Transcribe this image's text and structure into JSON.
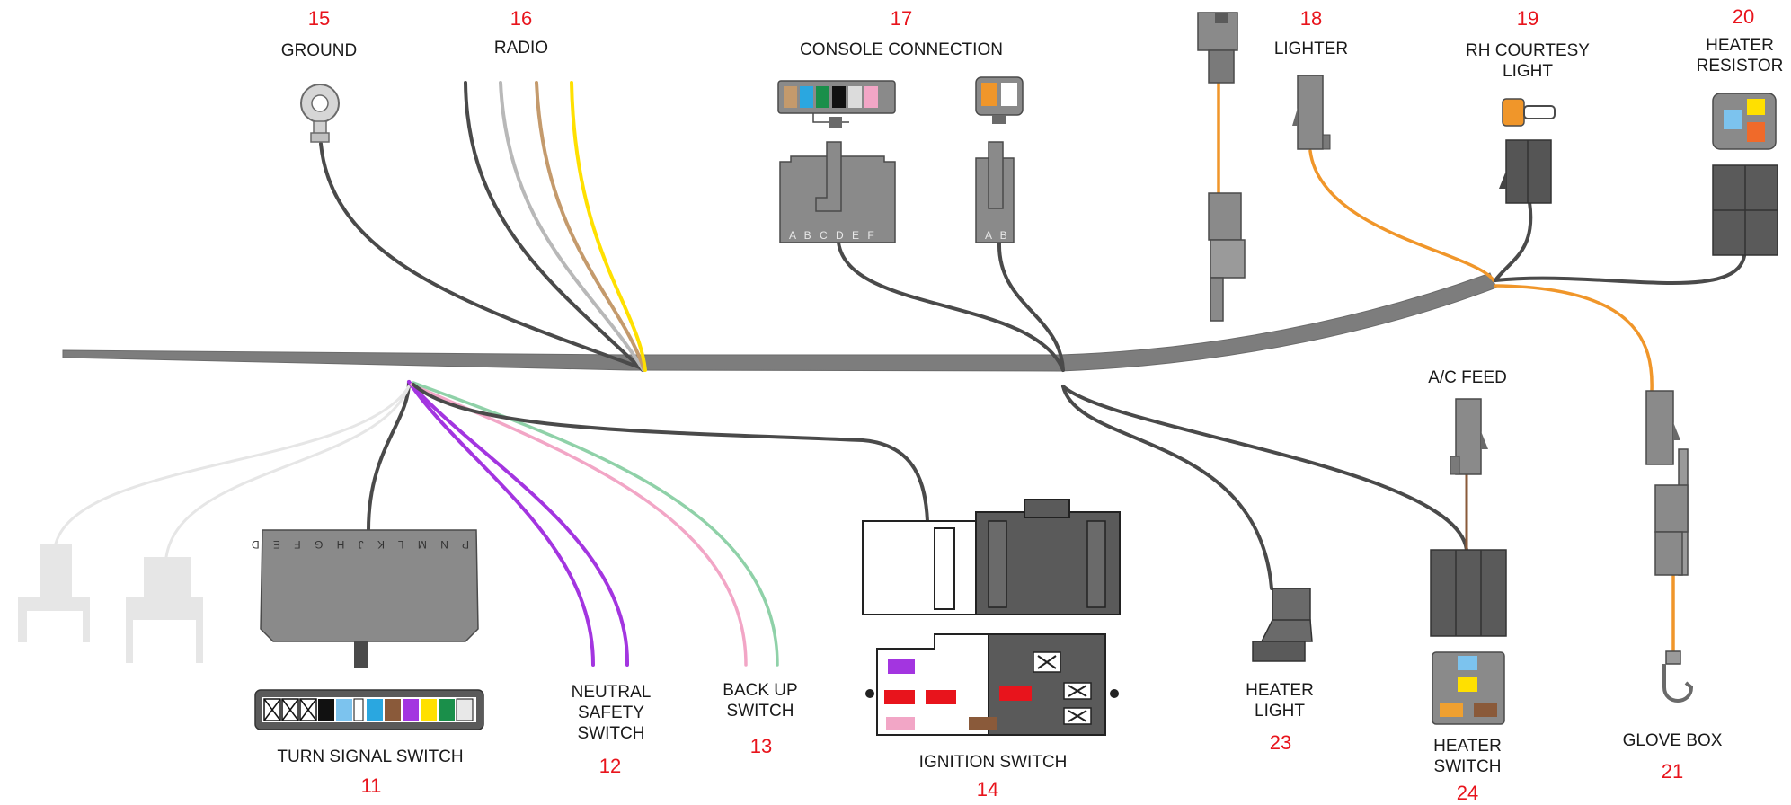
{
  "colors": {
    "label_number": "#e8141c",
    "harness": "#7d7d7d",
    "wire_dark": "#4a4a4a",
    "wire_orange": "#f0962a",
    "wire_yellow": "#ffe000",
    "wire_tan": "#c49a6c",
    "wire_gray": "#b8b8b8",
    "wire_purple": "#a335e0",
    "wire_pink": "#f2a6c6",
    "wire_green": "#8fd1a8",
    "wire_brown": "#8a5a3a",
    "ghost": "#e6e6e6"
  },
  "connectors": [
    {
      "id": "ground",
      "number": "15",
      "name": "GROUND"
    },
    {
      "id": "radio",
      "number": "16",
      "name": "RADIO"
    },
    {
      "id": "console",
      "number": "17",
      "name": "CONSOLE CONNECTION",
      "pins_6": "A B C D E F",
      "pins_2": "A B"
    },
    {
      "id": "lighter",
      "number": "18",
      "name": "LIGHTER"
    },
    {
      "id": "rh-courtesy-light",
      "number": "19",
      "name": "RH COURTESY LIGHT"
    },
    {
      "id": "heater-resistor",
      "number": "20",
      "name": "HEATER RESISTOR"
    },
    {
      "id": "glove-box",
      "number": "21",
      "name": "GLOVE BOX"
    },
    {
      "id": "heater-light",
      "number": "23",
      "name": "HEATER LIGHT"
    },
    {
      "id": "heater-switch",
      "number": "24",
      "name": "HEATER SWITCH"
    },
    {
      "id": "turn-signal-switch",
      "number": "11",
      "name": "TURN SIGNAL SWITCH",
      "pin_letters": "P N M L K J   H G F E D"
    },
    {
      "id": "neutral-safety-switch",
      "number": "12",
      "name": "NEUTRAL SAFETY SWITCH"
    },
    {
      "id": "back-up-switch",
      "number": "13",
      "name": "BACK UP SWITCH"
    },
    {
      "id": "ignition-switch",
      "number": "14",
      "name": "IGNITION SWITCH"
    }
  ],
  "ac_feed": {
    "name": "A/C FEED"
  }
}
